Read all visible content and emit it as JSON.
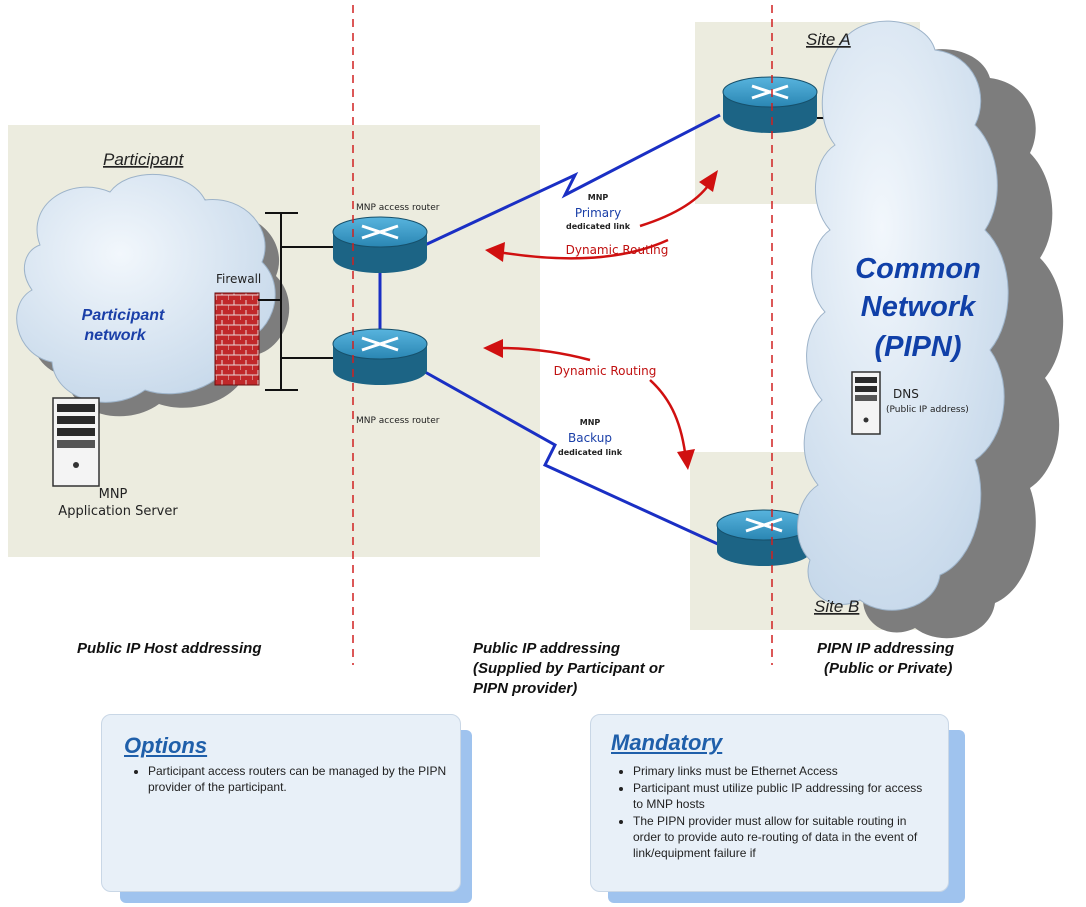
{
  "zones": {
    "participant": "Participant",
    "site_a": "Site A",
    "site_b": "Site B"
  },
  "labels": {
    "participant_network": [
      "Participant",
      "network"
    ],
    "firewall": "Firewall",
    "mnp_server": [
      "MNP",
      "Application Server"
    ],
    "router_top": "MNP access router",
    "router_bottom": "MNP access router",
    "primary_link": [
      "MNP",
      "Primary",
      "dedicated link"
    ],
    "backup_link": [
      "MNP",
      "Backup",
      "dedicated link"
    ],
    "dynamic_routing_top": "Dynamic Routing",
    "dynamic_routing_bottom": "Dynamic Routing",
    "common_network": [
      "Common",
      "Network",
      "(PIPN)"
    ],
    "dns": "DNS",
    "dns_sub": "(Public IP address)"
  },
  "addressing": {
    "left": "Public IP Host addressing",
    "middle": [
      "Public IP addressing",
      "(Supplied by Participant or",
      "PIPN provider)"
    ],
    "right": [
      "PIPN IP addressing",
      "(Public or Private)"
    ]
  },
  "options": {
    "title": "Options",
    "items": [
      "Participant access routers can be managed by the PIPN provider of the participant."
    ]
  },
  "mandatory": {
    "title": "Mandatory",
    "items": [
      "Primary links must be Ethernet Access",
      "Participant must utilize public IP addressing for access to MNP hosts",
      "The PIPN provider must allow for suitable routing in order to provide auto re-routing of data in the event of link/equipment failure if"
    ]
  },
  "colors": {
    "zone_fill": "#ececdf",
    "link_blue": "#1a2fc4",
    "routing_red": "#d01010",
    "cloud_fill": "#d8e6f4",
    "cloud_shadow": "#7d7d7d",
    "router_top": "#2e8bb8",
    "router_side": "#1c6485",
    "firewall_red": "#c0282a",
    "common_network_text": "#1040a8"
  }
}
